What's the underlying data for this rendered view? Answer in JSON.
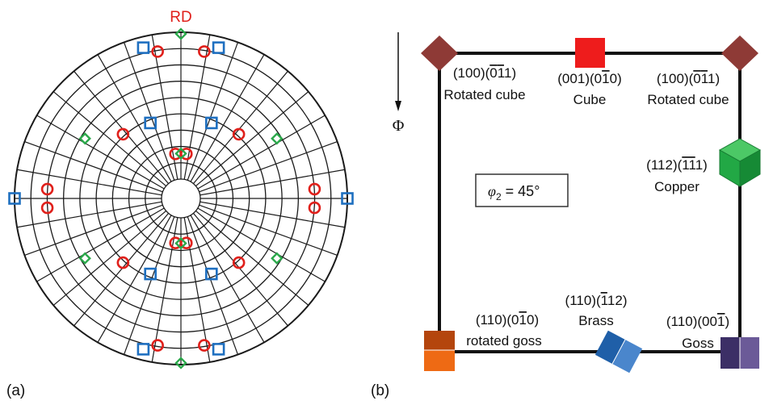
{
  "panel_a": {
    "caption": "(a)",
    "rd_label": "RD",
    "colors": {
      "grid": "#1a1a1a",
      "red": "#e0201b",
      "blue": "#1e6fc0",
      "green": "#2aa84a"
    },
    "markers": [
      {
        "shape": "circle",
        "color": "red",
        "r": 0.895,
        "az": 9
      },
      {
        "shape": "circle",
        "color": "red",
        "r": 0.895,
        "az": 351
      },
      {
        "shape": "circle",
        "color": "red",
        "r": 0.895,
        "az": 171
      },
      {
        "shape": "circle",
        "color": "red",
        "r": 0.895,
        "az": 189
      },
      {
        "shape": "square",
        "color": "blue",
        "r": 0.935,
        "az": 14
      },
      {
        "shape": "square",
        "color": "blue",
        "r": 0.935,
        "az": 346
      },
      {
        "shape": "square",
        "color": "blue",
        "r": 0.935,
        "az": 166
      },
      {
        "shape": "square",
        "color": "blue",
        "r": 0.935,
        "az": 194
      },
      {
        "shape": "diamond",
        "color": "green",
        "r": 0.99,
        "az": 0
      },
      {
        "shape": "diamond",
        "color": "green",
        "r": 0.99,
        "az": 180
      },
      {
        "shape": "circle",
        "color": "red",
        "r": 0.805,
        "az": 86
      },
      {
        "shape": "circle",
        "color": "red",
        "r": 0.805,
        "az": 94
      },
      {
        "shape": "circle",
        "color": "red",
        "r": 0.805,
        "az": 266
      },
      {
        "shape": "circle",
        "color": "red",
        "r": 0.805,
        "az": 274
      },
      {
        "shape": "square",
        "color": "blue",
        "r": 1.0,
        "az": 90
      },
      {
        "shape": "square",
        "color": "blue",
        "r": 1.0,
        "az": 270
      },
      {
        "shape": "circle",
        "color": "red",
        "r": 0.52,
        "az": 42
      },
      {
        "shape": "circle",
        "color": "red",
        "r": 0.52,
        "az": 318
      },
      {
        "shape": "circle",
        "color": "red",
        "r": 0.52,
        "az": 138
      },
      {
        "shape": "circle",
        "color": "red",
        "r": 0.52,
        "az": 222
      },
      {
        "shape": "square",
        "color": "blue",
        "r": 0.49,
        "az": 22
      },
      {
        "shape": "square",
        "color": "blue",
        "r": 0.49,
        "az": 338
      },
      {
        "shape": "square",
        "color": "blue",
        "r": 0.49,
        "az": 158
      },
      {
        "shape": "square",
        "color": "blue",
        "r": 0.49,
        "az": 202
      },
      {
        "shape": "diamond",
        "color": "green",
        "r": 0.68,
        "az": 58
      },
      {
        "shape": "diamond",
        "color": "green",
        "r": 0.68,
        "az": 302
      },
      {
        "shape": "diamond",
        "color": "green",
        "r": 0.68,
        "az": 122
      },
      {
        "shape": "diamond",
        "color": "green",
        "r": 0.68,
        "az": 238
      },
      {
        "shape": "circle",
        "color": "red",
        "r": 0.27,
        "az": 353
      },
      {
        "shape": "circle",
        "color": "red",
        "r": 0.27,
        "az": 7
      },
      {
        "shape": "circle",
        "color": "red",
        "r": 0.27,
        "az": 173
      },
      {
        "shape": "circle",
        "color": "red",
        "r": 0.27,
        "az": 187
      },
      {
        "shape": "diamond",
        "color": "green",
        "r": 0.27,
        "az": 0
      },
      {
        "shape": "diamond",
        "color": "green",
        "r": 0.27,
        "az": 180
      }
    ]
  },
  "panel_b": {
    "caption": "(b)",
    "axis_symbol": "Φ",
    "phi2_symbol": "φ",
    "phi2_sub": "2",
    "phi2_value": " = 45°",
    "rotated_cube_left": {
      "miller": "(100)(011)",
      "bars": [
        6,
        7
      ],
      "name": "Rotated cube"
    },
    "cube": {
      "miller": "(001)(010)",
      "bars": [
        7
      ],
      "name": "Cube"
    },
    "rotated_cube_right": {
      "miller": "(100)(011)",
      "bars": [
        6,
        7
      ],
      "name": "Rotated cube"
    },
    "copper": {
      "miller": "(112)(111)",
      "bars": [
        6,
        7
      ],
      "name": "Copper"
    },
    "rotated_goss": {
      "miller": "(110)(010)",
      "bars": [
        7
      ],
      "name": "rotated goss"
    },
    "brass": {
      "miller": "(110)(112)",
      "bars": [
        6
      ],
      "name": "Brass"
    },
    "goss": {
      "miller": "(110)(001)",
      "bars": [
        8
      ],
      "name": "Goss"
    },
    "colors": {
      "rotated_cube": "#8e3a36",
      "cube": "#ee1c1c",
      "copper": "#22a845",
      "rotated_goss_top": "#b4450d",
      "rotated_goss_bottom": "#ee6a14",
      "brass_left": "#1f5fa8",
      "brass_right": "#4a86cc",
      "goss_left": "#3c2f66",
      "goss_right": "#6b5a98"
    }
  }
}
